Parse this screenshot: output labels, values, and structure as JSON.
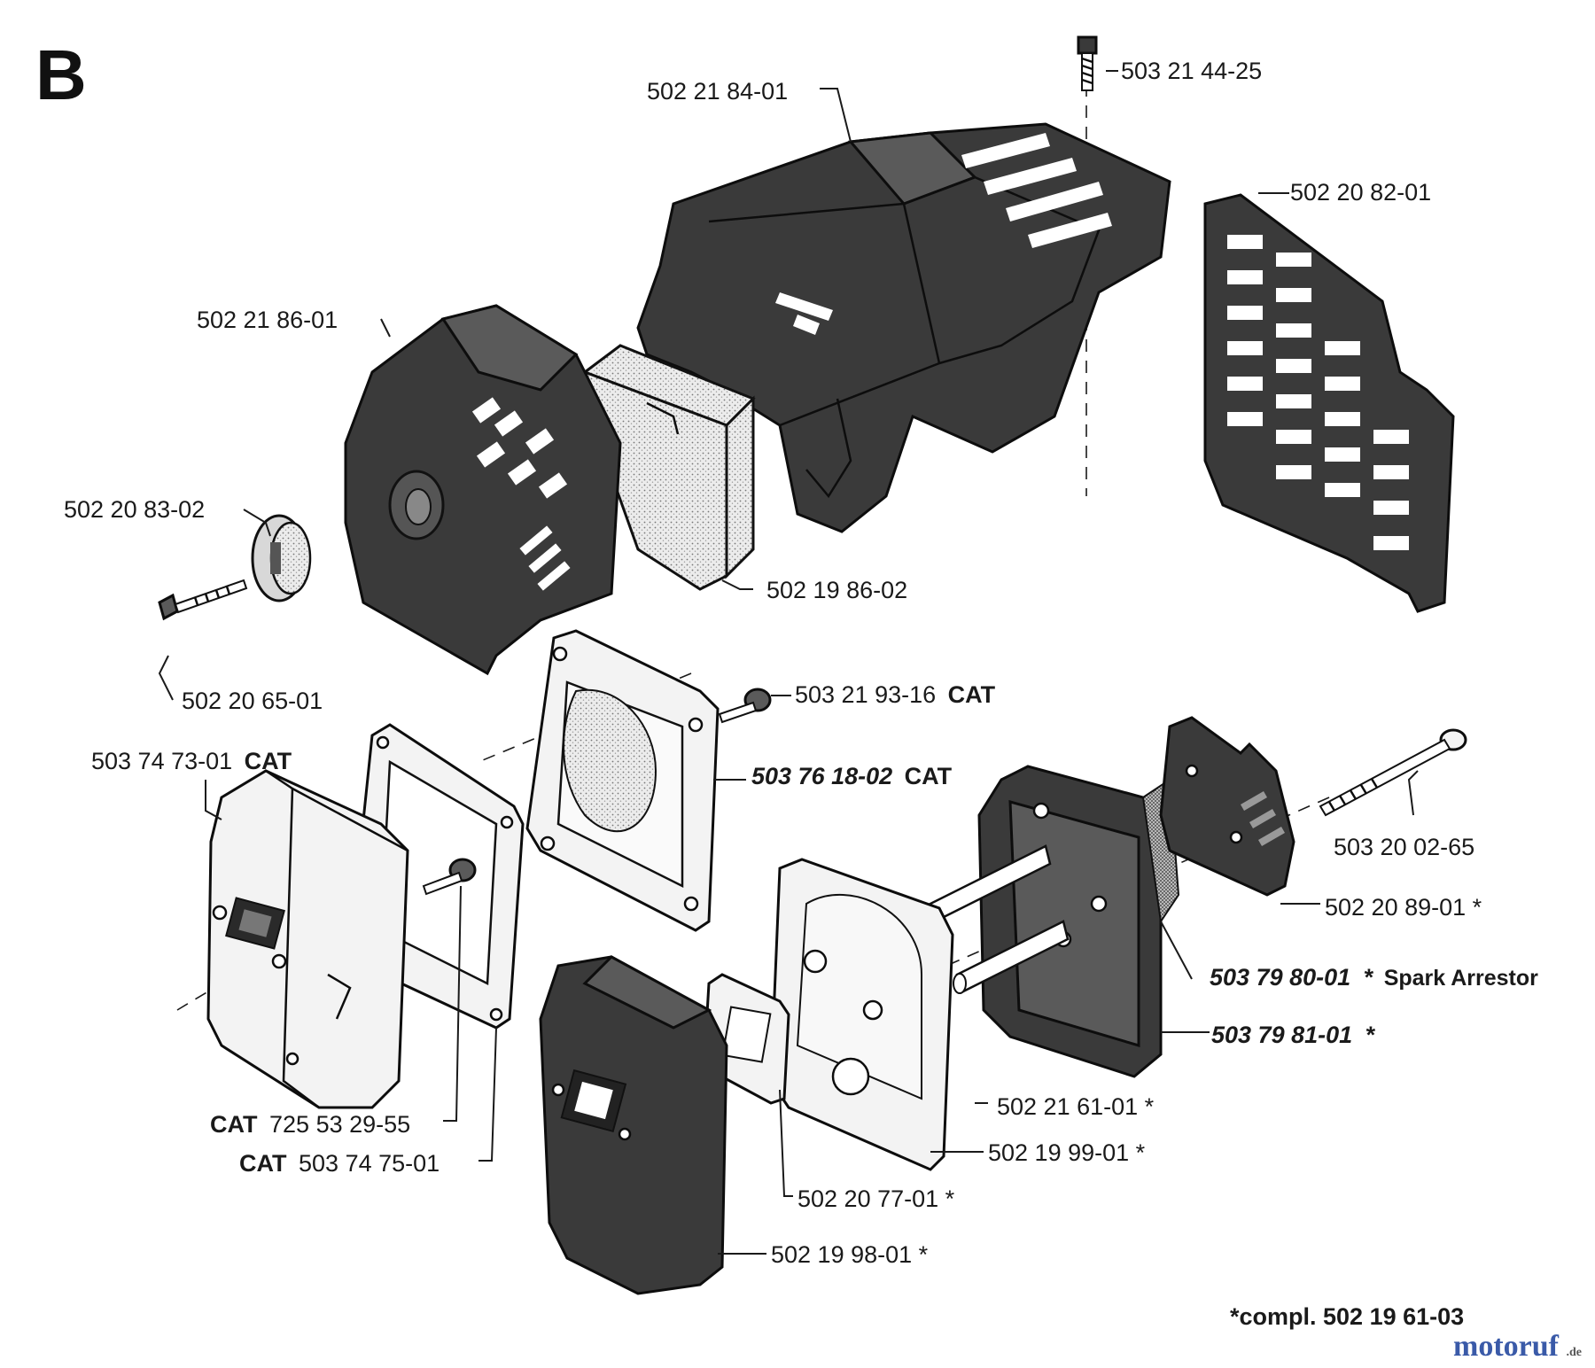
{
  "section_letter": "B",
  "callouts": {
    "top_screw": "503 21 44-25",
    "cylinder_cover": "502 21 84-01",
    "side_grille": "502 20 82-01",
    "air_filter_cover": "502 21 86-01",
    "knob": "502 20 83-02",
    "air_filter": "502 19 86-02",
    "knob_screw": "502 20 65-01",
    "cat_screw": "503 21 93-16",
    "cat_screw_suffix": "CAT",
    "cat_muffler": "503 74 73-01",
    "cat_muffler_suffix": "CAT",
    "cat_gasket_bold": "503 76 18-02",
    "cat_gasket_suffix": "CAT",
    "long_bolt": "503 20 02-65",
    "deflector": "502 20 89-01 *",
    "spark_arrestor_num": "503 79 80-01",
    "spark_arrestor_star": "*",
    "spark_arrestor_text": "Spark Arrestor",
    "muffler_rear_num": "503 79 81-01",
    "muffler_rear_star": "*",
    "spacer_tube": "502 21 61-01 *",
    "plate": "502 19 99-01 *",
    "small_gasket": "502 20 77-01 *",
    "muffler_front": "502 19 98-01 *",
    "cat_bolt_prefix": "CAT",
    "cat_bolt_num": "725 53 29-55",
    "cat_gasket2_prefix": "CAT",
    "cat_gasket2_num": "503 74 75-01"
  },
  "footnote": "*compl. 502 19 61-03",
  "watermark": {
    "text": "motoruf",
    "suffix": ".de",
    "color": "#3a5aa8"
  }
}
